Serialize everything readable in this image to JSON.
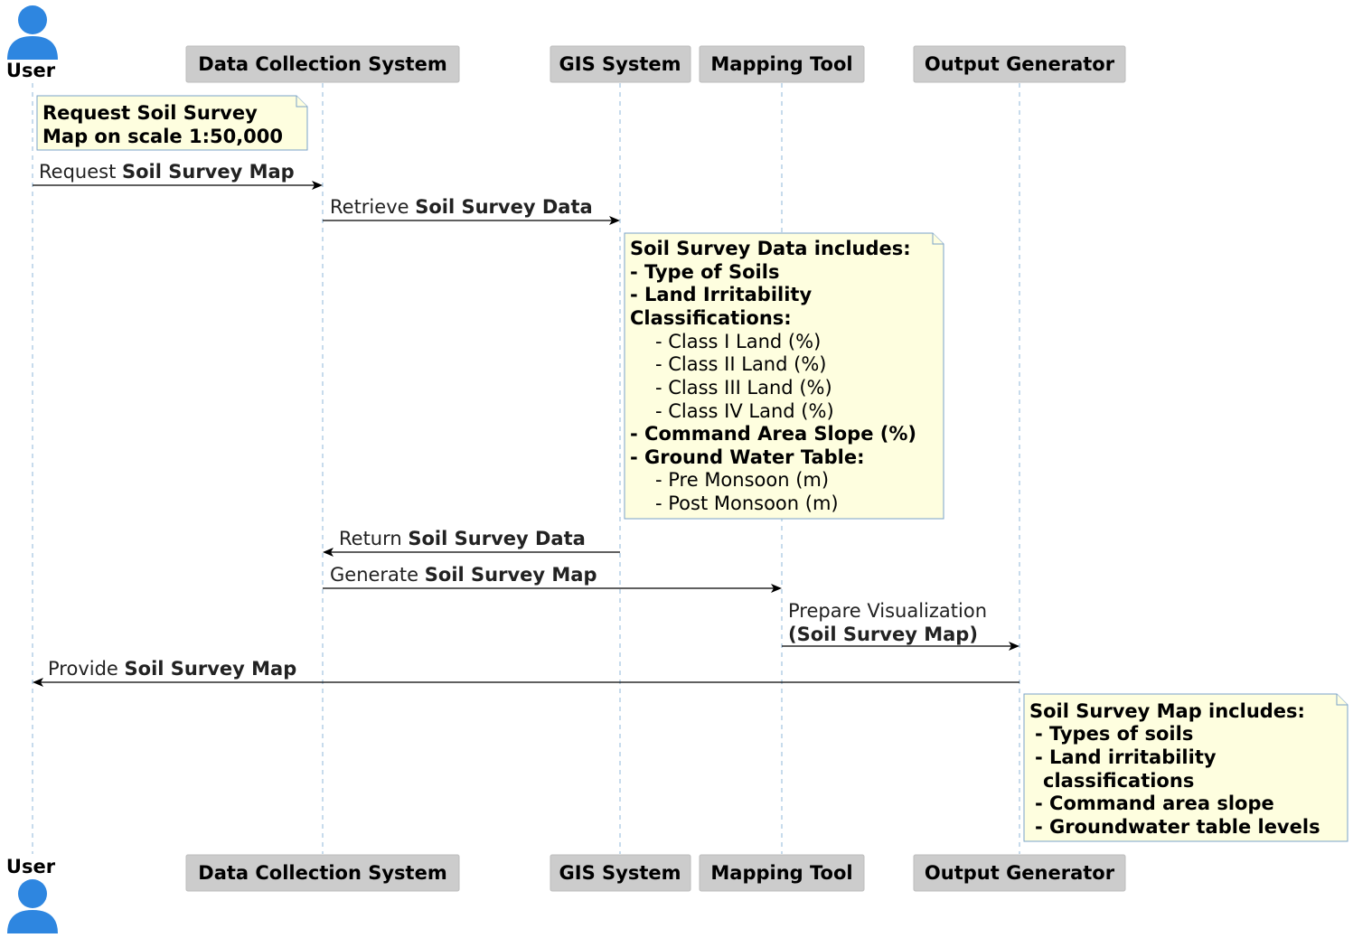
{
  "participants": {
    "user": "User",
    "dcs": "Data Collection System",
    "gis": "GIS System",
    "map": "Mapping Tool",
    "out": "Output Generator"
  },
  "messages": {
    "m1": {
      "plain": "Request ",
      "bold": "Soil Survey Map"
    },
    "m2": {
      "plain": "Retrieve ",
      "bold": "Soil Survey Data"
    },
    "m3": {
      "plain": "Return ",
      "bold": "Soil Survey Data"
    },
    "m4": {
      "plain": "Generate ",
      "bold": "Soil Survey Map"
    },
    "m5": {
      "line1": "Prepare Visualization",
      "line2": "(Soil Survey Map)"
    },
    "m6": {
      "plain": "Provide ",
      "bold": "Soil Survey Map"
    }
  },
  "notes": {
    "n1": [
      "Request Soil Survey",
      "Map on scale 1:50,000"
    ],
    "n2": {
      "l1": "Soil Survey Data includes:",
      "l2": "- Type of Soils",
      "l3": "- Land Irritability",
      "l4": "Classifications:",
      "l5": "- Class I Land (%)",
      "l6": "- Class II Land (%)",
      "l7": "- Class III Land (%)",
      "l8": "- Class IV Land (%)",
      "l9": "- Command Area Slope (%)",
      "l10": "- Ground Water Table:",
      "l11": "- Pre Monsoon (m)",
      "l12": "- Post Monsoon (m)"
    },
    "n3": [
      "Soil Survey Map includes:",
      "- Types of soils",
      "- Land irritability",
      "classifications",
      "- Command area slope",
      "- Groundwater table levels"
    ]
  },
  "colors": {
    "actor": "#2e86e0",
    "participant_fill": "#cccccc",
    "note_fill": "#fefedf",
    "lifeline": "#8fb7d9"
  }
}
